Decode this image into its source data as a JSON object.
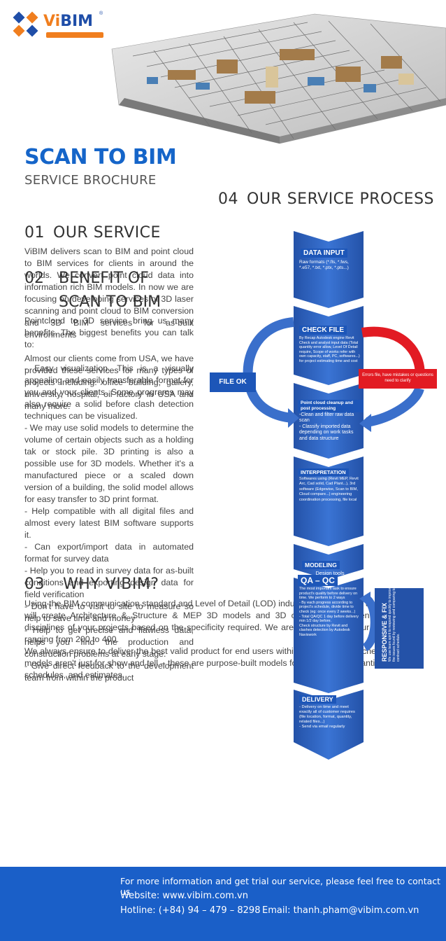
{
  "logo": {
    "text_vi": "Vi",
    "text_bim": "BIM",
    "reg": "®"
  },
  "title": {
    "main": "SCAN TO BIM",
    "sub": "SERVICE BROCHURE"
  },
  "section01": {
    "num": "01",
    "title": "OUR SERVICE",
    "body": "ViBIM delivers scan to BIM and point cloud to BIM services for clients in around the worlds. We convert point cloud data into information rich BIM models. In now we are focusing on developing services of 3D laser scanning and point cloud to BIM conversion and 3D BIM services for as-built environments\n\nAlmost our clients come from USA, we have provided these services for many types of projects including: office building, gallery, university, hospital, oil factory in USA and many more."
  },
  "section02": {
    "num": "02",
    "title_line1": "BENEFIT OF",
    "title_line2": "SCAN TO BIM",
    "body": "Pointcloud to 3D service bring us many benefits. The biggest benefits you can talk to:\n\n- Easy visualization. This is a visually appealing and easily transferable format for you and your clients. Some programs may also require a solid before clash detection techniques can be visualized.\n- We may use solid models to determine the volume of certain objects such as a holding tak or stock pile. 3D printing is also a possible use for 3D models. Whether it's a manufactured piece or a scaled down version of a building, the solid model allows for easy transfer to 3D print format.\n- Help compatible with all digital files and almost every latest BIM software supports it.\n- Can export/import data in automated format for survey data\n- Help you to read in survey data for as-built conditions and exporting design data for field verification\n- Don't have to visit to site to measure so help to save time and money\n- Help to get precise and flawless data, helps you find the production and construction problems at early stage.\n- Give direct feedback to the development team from within the product"
  },
  "section03": {
    "num": "03",
    "title": "WHY VIBIM?",
    "body": "Using the BIM communication standard and Level of Detail (LOD) industry specifications as a guide, we will create Architecture & Structure & MEP 3D models and 3D coordinate between all of these disciplines of your projects based on the specificity required. We are now providing four LOD options ranging from 200 to 400.\nWe always ensure to deliver the best valid product for end users within exact contract schedule. These models aren't just for show and tell – these are purpose-built models for construction quantities take off, schedules, and estimates."
  },
  "section04": {
    "num": "04",
    "title": "OUR SERVICE PROCESS",
    "steps": {
      "data_input": {
        "title": "DATA INPUT",
        "text": "Raw formats (*.fls, *.fws, *.e57, *.txt, *.ptx, *.pts...)"
      },
      "check_file": {
        "title": "CHECK FILE",
        "text": "By Recap Autodesk engine Revit\nCheck and analyst input data (Total quantity error allow, Level Of Detail require, Scope of works refer with own capacity, staff, PC, softwares...) for project estimating time and cost"
      },
      "file_ok": "FILE OK",
      "errors": "Errors file, have mistakes or questions need to clarify",
      "cleanup": {
        "title": "Point cloud cleanup and post processing",
        "text": "-Clean and filter raw data scan\n- Classify imported data depending on work tasks and data structure"
      },
      "interpretation": {
        "title": "INTERPRETATION",
        "text": "Softwares using (Revit MEP, Revit Arc, Cad solid, Cad Plant...), 3rd software (Edgewise, Scan to BIM, Cloud compare...) engineering coordination processing, file local"
      },
      "modeling": {
        "title": "MODELING",
        "text": "Design tools"
      },
      "qaqc": {
        "title": "QA – QC",
        "text": "The most important task to ensure product's quality before delivery on time. We perform to 2 ways\n- By each progress according to project's schedule, divide time to check (eg: once every 2 weeks...)\n- Total QA/QC 1 day before delivery min 1/2 day before.\nCheck structure by Revit and clashes detection by Autodesk Naviswork"
      },
      "responsive": {
        "title": "RESPONSIVE & FIX",
        "text": "We use team spirit to respond quickly to improve the issues found by reviewing and comparing to contract schedule."
      },
      "delivery": {
        "title": "DELIVERY",
        "text": "- Delivery on time and meet exactly all of customer requires (file location, format, quantity, related files...)\n- Send via email regularly"
      }
    }
  },
  "footer": {
    "line1": "For more information and get trial our service, please feel free to contact us",
    "website": "Website: www.vibim.com.vn",
    "hotline": "Hotline: (+84) 94 – 479 – 8298",
    "email": "Email: thanh.pham@vibim.com.vn"
  },
  "colors": {
    "brand_blue": "#1565c9",
    "flow_blue": "#2c62c0",
    "orange": "#f07e1e",
    "red": "#e21b23",
    "footer_blue": "#1a5fc8"
  }
}
